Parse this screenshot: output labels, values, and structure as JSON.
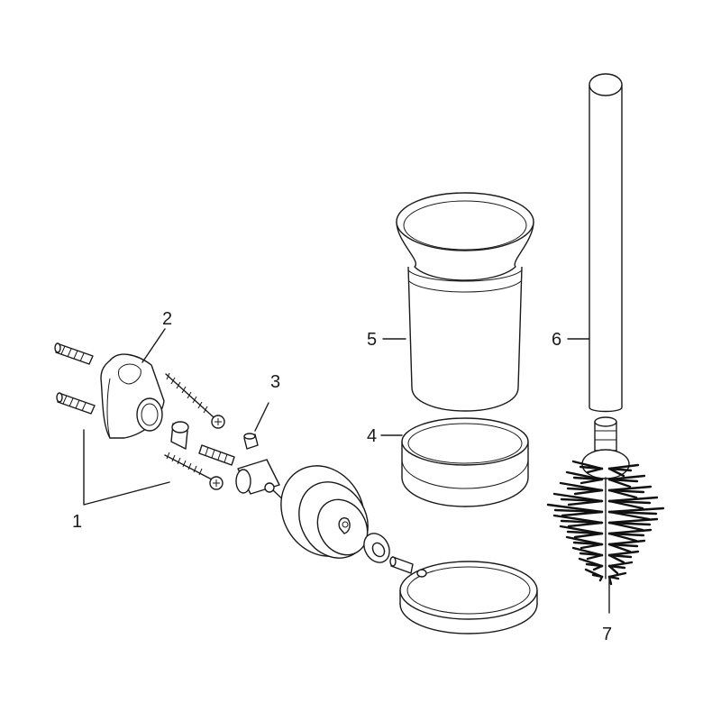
{
  "diagram": {
    "labels": {
      "p1": "1",
      "p2": "2",
      "p3": "3",
      "p4": "4",
      "p5": "5",
      "p6": "6",
      "p7": "7"
    }
  }
}
